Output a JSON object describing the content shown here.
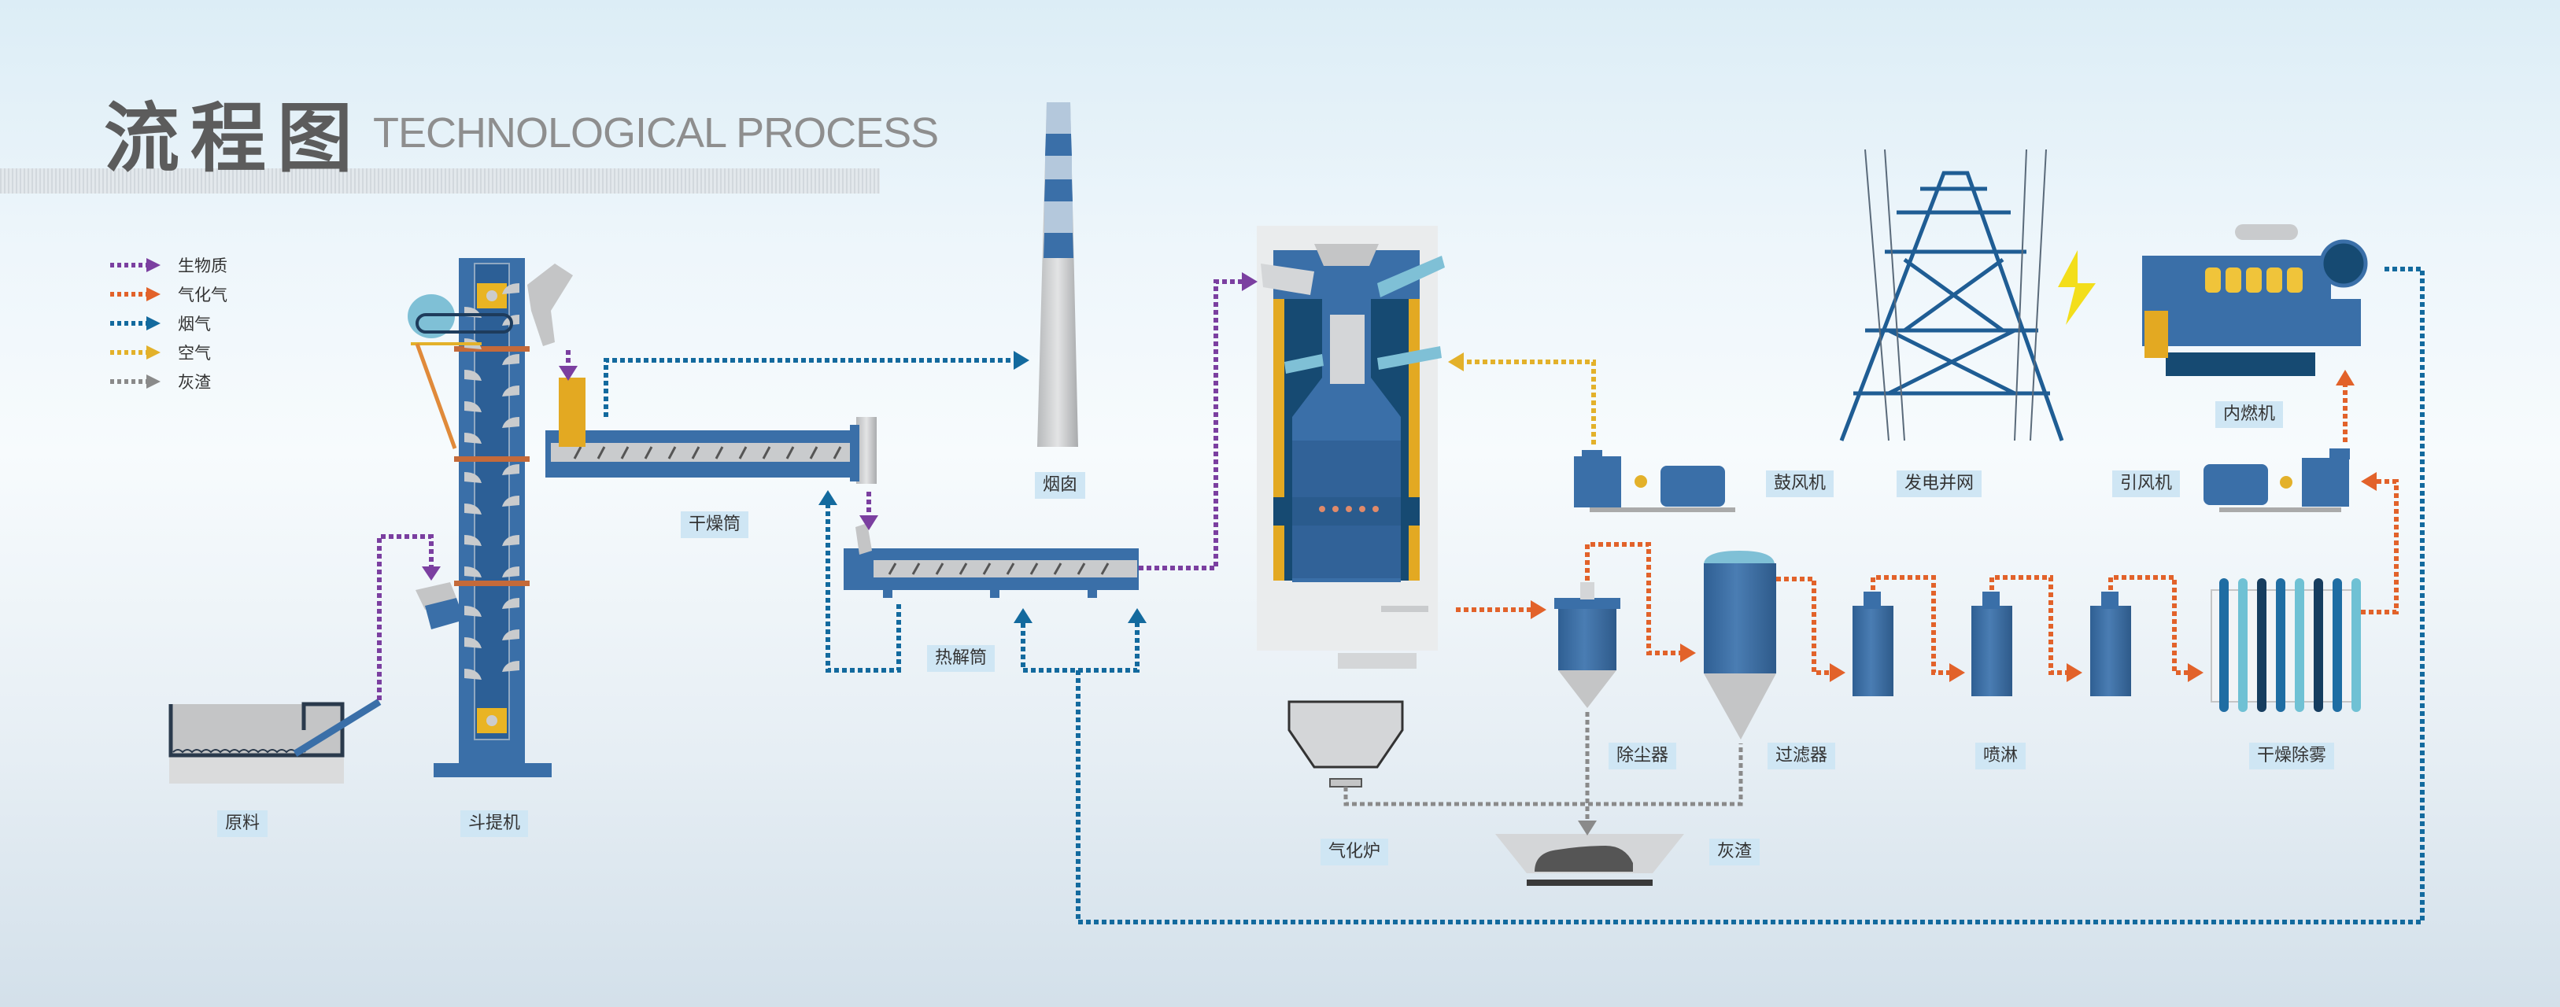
{
  "header": {
    "title_cn": "流程图",
    "title_en": "TECHNOLOGICAL PROCESS"
  },
  "legend": [
    {
      "label": "生物质",
      "color": "#7b3fa0",
      "icon": "purple-arrow"
    },
    {
      "label": "气化气",
      "color": "#e2622a",
      "icon": "orange-arrow"
    },
    {
      "label": "烟气",
      "color": "#136a9e",
      "icon": "blue-arrow"
    },
    {
      "label": "空气",
      "color": "#e3b12a",
      "icon": "yellow-arrow"
    },
    {
      "label": "灰渣",
      "color": "#8a8a8a",
      "icon": "gray-arrow"
    }
  ],
  "equipment": {
    "raw_material": "原料",
    "bucket_elevator": "斗提机",
    "drying_drum": "干燥筒",
    "chimney": "烟囱",
    "pyrolysis_drum": "热解筒",
    "gasifier": "气化炉",
    "ash": "灰渣",
    "dust_collector": "除尘器",
    "filter": "过滤器",
    "spray": "喷淋",
    "dry_demister": "干燥除雾",
    "blower": "鼓风机",
    "grid": "发电并网",
    "induced_fan": "引风机",
    "engine": "内燃机"
  },
  "colors": {
    "equipment_blue": "#3a6fa8",
    "dark_blue": "#164a72",
    "light_blue": "#7fc0d6",
    "gold": "#e3a922",
    "steel": "#c9cbcd"
  }
}
